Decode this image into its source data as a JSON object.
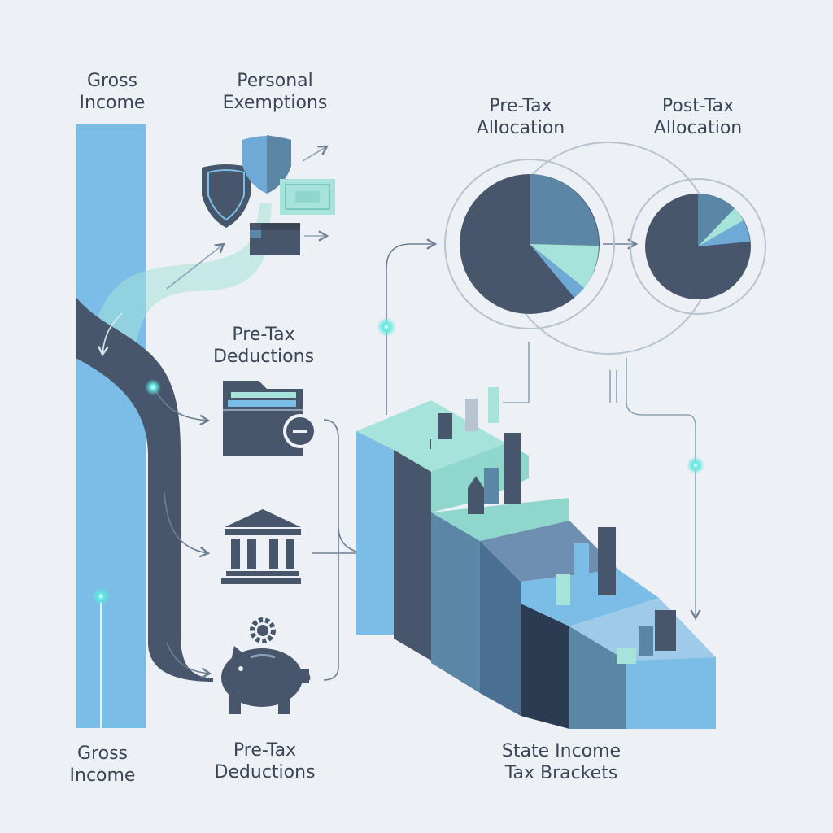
{
  "labels": {
    "gross_income_top": [
      "Gross",
      "Income"
    ],
    "personal_exemptions": [
      "Personal",
      "Exemptions"
    ],
    "pre_tax_allocation": [
      "Pre-Tax",
      "Allocation"
    ],
    "post_tax_allocation": [
      "Post-Tax",
      "Allocation"
    ],
    "pre_tax_deductions_mid": [
      "Pre-Tax",
      "Deductions"
    ],
    "gross_income_bottom": [
      "Gross",
      "Income"
    ],
    "pre_tax_deductions_bottom": [
      "Pre-Tax",
      "Deductions"
    ],
    "state_income_tax_brackets": [
      "State Income",
      "Tax Brackets"
    ]
  },
  "icons": {
    "exemptions": [
      "shield-icon",
      "shield-icon",
      "banknote-icon",
      "wallet-icon"
    ],
    "deductions": [
      "folder-minus-icon",
      "bank-building-icon",
      "piggy-bank-gear-icon"
    ]
  },
  "colors": {
    "background": "#edf0f4",
    "income_bar": "#7bbde6",
    "dark_slate": "#48566c",
    "mint": "#a6e3da",
    "mid_blue": "#5b86a6",
    "navy": "#2b3c52",
    "glow": "#5ee8e0",
    "text": "#3a4656"
  }
}
